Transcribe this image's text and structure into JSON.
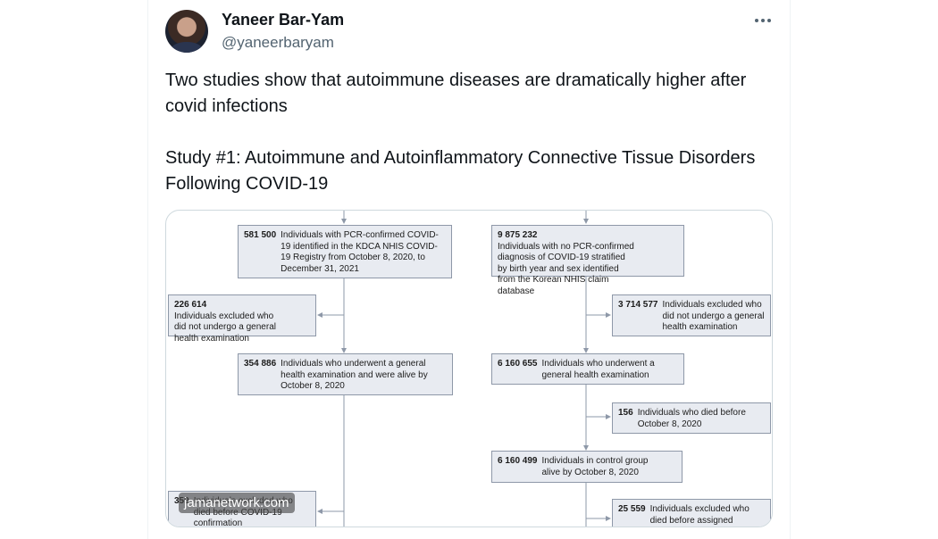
{
  "author": {
    "name": "Yaneer Bar-Yam",
    "handle": "@yaneerbaryam"
  },
  "tweet": {
    "line1": "Two studies show that autoimmune diseases are dramatically higher after covid infections",
    "line2": "Study #1: Autoimmune and Autoinflammatory Connective Tissue Disorders Following COVID-19"
  },
  "flowchart": {
    "left_top": {
      "num": "581 500",
      "text": "Individuals with PCR-confirmed COVID-19 identified in the KDCA NHIS COVID-19 Registry from October 8, 2020, to December 31, 2021"
    },
    "left_excl1": {
      "num": "226 614",
      "text": "Individuals excluded who did not undergo a general health examination"
    },
    "left_mid": {
      "num": "354 886",
      "text": "Individuals who underwent a general health examination and were alive by October 8, 2020"
    },
    "left_excl2": {
      "num": "359",
      "text": "Individuals excluded who died before COVID-19 confirmation"
    },
    "right_top": {
      "num": "9 875 232",
      "text": "Individuals with no PCR-confirmed diagnosis of COVID-19 stratified by birth year and sex identified from the Korean NHIS claim database"
    },
    "right_excl1": {
      "num": "3 714 577",
      "text": "Individuals excluded who did not undergo a general health examination"
    },
    "right_mid": {
      "num": "6 160 655",
      "text": "Individuals who underwent a general health examination"
    },
    "right_excl2": {
      "num": "156",
      "text": "Individuals who died before October 8, 2020"
    },
    "right_ctrl": {
      "num": "6 160 499",
      "text": "Individuals in control group alive by October 8, 2020"
    },
    "right_excl3": {
      "num": "25 559",
      "text": "Individuals excluded who died before assigned"
    }
  },
  "watermark": "jamanetwork.com",
  "colors": {
    "box_fill": "#e8ebf1",
    "box_border": "#8e98a8",
    "line": "#8e98a8"
  },
  "icons": {
    "more": "more-horizontal-icon"
  }
}
